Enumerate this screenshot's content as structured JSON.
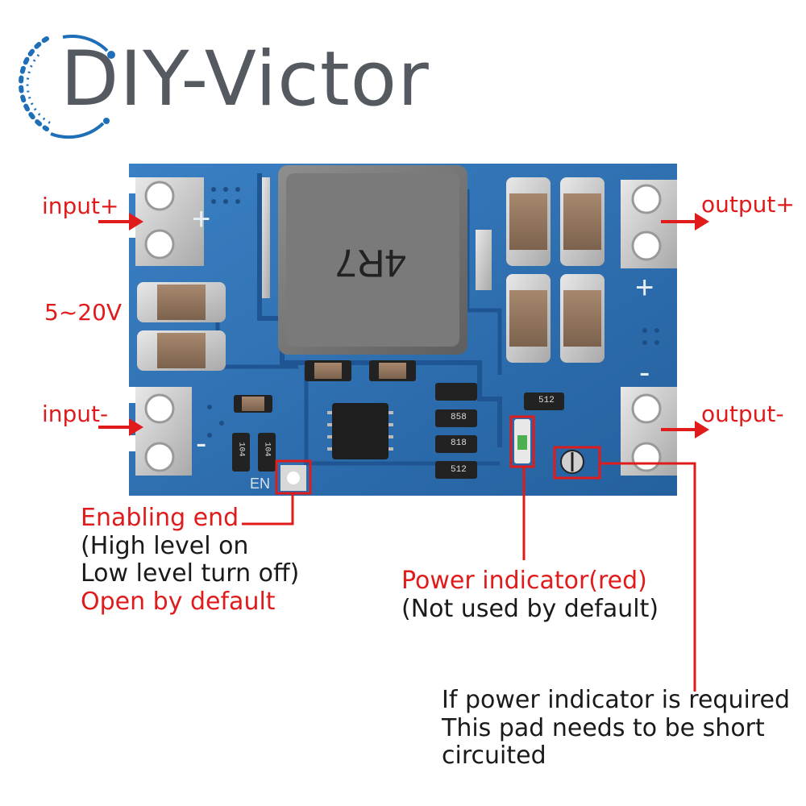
{
  "brand": {
    "name": "DIY-Victor",
    "color": "#555a60",
    "accent": "#1f6fb8"
  },
  "board": {
    "inductor_marking": "4R7",
    "plus_sign": "+",
    "minus_sign": "-",
    "en_label": "EN",
    "resistor_markings": [
      "104",
      "104",
      "858",
      "818",
      "512",
      "512"
    ],
    "pcb_color": "#2f6fb3"
  },
  "labels": {
    "input_plus": "input+",
    "input_minus": "input-",
    "voltage_range": "5~20V",
    "output_plus": "output+",
    "output_minus": "output-",
    "enable": {
      "title": "Enabling end",
      "line1": "(High level on",
      "line2": "Low level turn off)",
      "line3": "Open by default"
    },
    "power_indicator": {
      "title": "Power indicator(red)",
      "note": "(Not used by default)"
    },
    "pad_note": {
      "line1": "If power indicator is required",
      "line2": "This pad needs to be short",
      "line3": "circuited"
    }
  },
  "colors": {
    "annotation_red": "#e01b1b",
    "text_black": "#1a1a1a"
  }
}
